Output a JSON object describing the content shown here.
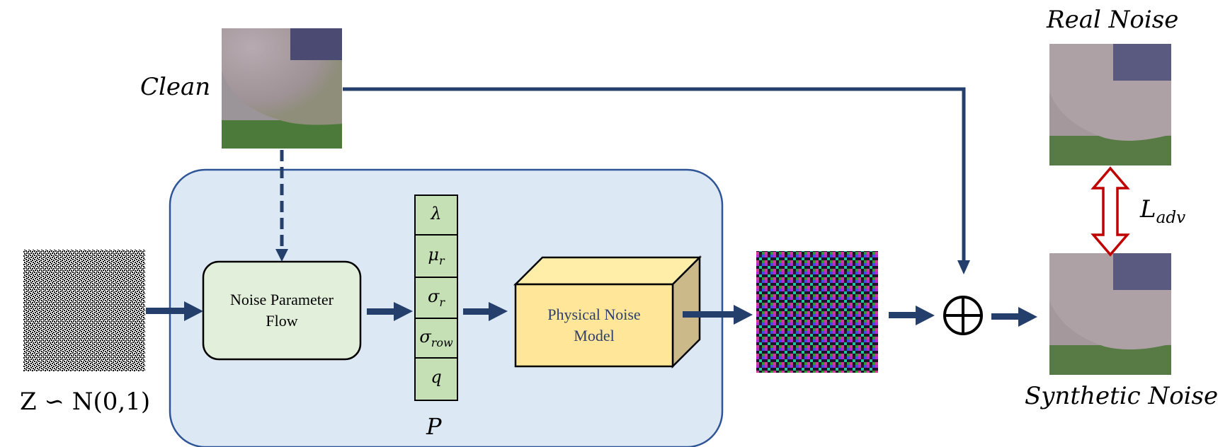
{
  "labels": {
    "clean": "Clean",
    "latent_prefix": "Z ∽ N(0,1)",
    "real_noise": "Real Noise",
    "synthetic_noise": "Synthetic Noise",
    "loss_main": "L",
    "loss_sub": "adv",
    "param_set": "P",
    "plus": "⊕"
  },
  "boxes": {
    "noise_parameter_flow": [
      "Noise Parameter",
      "Flow"
    ],
    "physical_noise_model": [
      "Physical Noise",
      "Model"
    ]
  },
  "params": [
    {
      "main": "λ",
      "sub": ""
    },
    {
      "main": "μ",
      "sub": "r"
    },
    {
      "main": "σ",
      "sub": "r"
    },
    {
      "main": "σ",
      "sub": "row"
    },
    {
      "main": "q",
      "sub": ""
    }
  ],
  "colors": {
    "arrow": "#243f6b",
    "panel_fill": "#dde8f5",
    "panel_stroke": "#2f5597",
    "flow_fill": "#e2efda",
    "param_fill": "#c5e0b4",
    "model_fill": "#ffe699",
    "model_side": "#cbb98a",
    "loss_arrow": "#c00000"
  }
}
